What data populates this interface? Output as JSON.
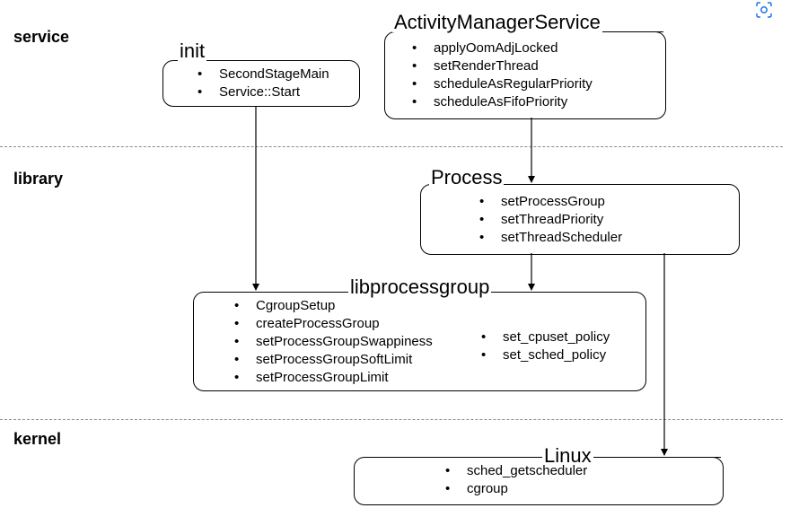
{
  "layers": {
    "service": "service",
    "library": "library",
    "kernel": "kernel"
  },
  "boxes": {
    "init": {
      "title": "init",
      "items": [
        "SecondStageMain",
        "Service::Start"
      ]
    },
    "ams": {
      "title": "ActivityManagerService",
      "items": [
        "applyOomAdjLocked",
        "setRenderThread",
        "scheduleAsRegularPriority",
        "scheduleAsFifoPriority"
      ]
    },
    "process": {
      "title": "Process",
      "items": [
        "setProcessGroup",
        "setThreadPriority",
        "setThreadScheduler"
      ]
    },
    "libprocessgroup": {
      "title": "libprocessgroup",
      "items_left": [
        "CgroupSetup",
        "createProcessGroup",
        "setProcessGroupSwappiness",
        "setProcessGroupSoftLimit",
        "setProcessGroupLimit"
      ],
      "items_right": [
        "set_cpuset_policy",
        "set_sched_policy"
      ]
    },
    "linux": {
      "title": "Linux",
      "items": [
        "sched_getscheduler",
        "cgroup"
      ]
    }
  },
  "icons": {
    "corner": "scan-icon"
  },
  "colors": {
    "line": "#000000",
    "separator": "#8a8a8a",
    "icon": "#1a73e8"
  }
}
